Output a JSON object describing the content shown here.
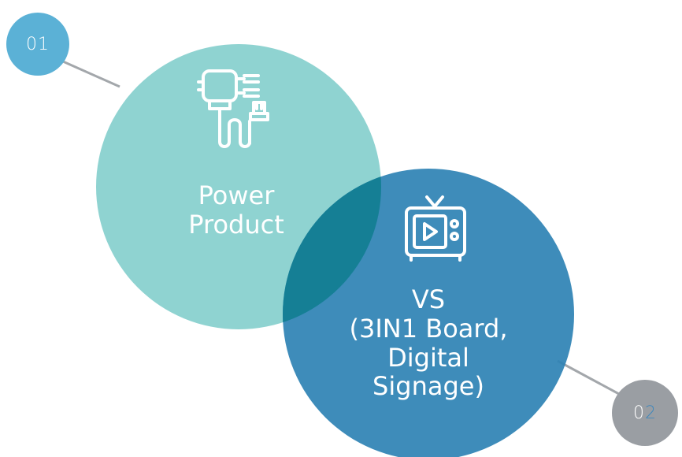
{
  "badges": {
    "first": "01",
    "second_prefix": "0",
    "second_suffix": "2"
  },
  "items": [
    {
      "icon": "power-plug-icon",
      "lines": [
        "Power",
        "Product"
      ]
    },
    {
      "icon": "tv-icon",
      "lines": [
        "VS",
        "(3IN1 Board,",
        "Digital",
        "Signage)"
      ]
    }
  ],
  "colors": {
    "power_circle": "#8fd3d1",
    "vs_circle": "#2e82b4",
    "overlap": "#157f95",
    "badge_01": "#5bb1d6",
    "badge_02": "#9a9ea3",
    "accent": "#3f87bc",
    "connector": "#a3a7ab"
  }
}
